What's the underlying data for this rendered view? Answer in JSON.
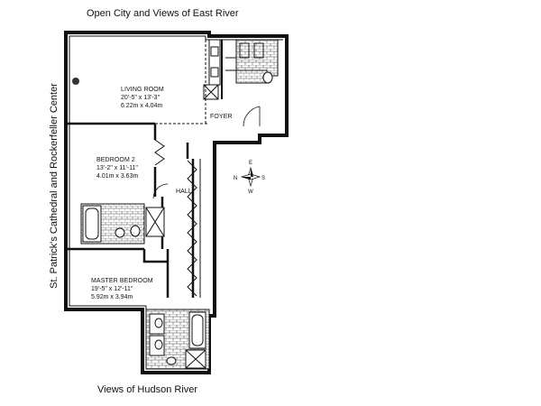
{
  "views": {
    "top": "Open City and Views of East River",
    "bottom": "Views of Hudson River",
    "left": "St. Patrick's Cathedral and Rockerfeller Center"
  },
  "rooms": {
    "living": {
      "name": "LIVING ROOM",
      "dim_imperial": "20'-5\" x 13'-3\"",
      "dim_metric": "6.22m x 4.04m"
    },
    "bedroom2": {
      "name": "BEDROOM 2",
      "dim_imperial": "13'-2\" x 11'-11\"",
      "dim_metric": "4.01m x 3.63m"
    },
    "master": {
      "name": "MASTER BEDROOM",
      "dim_imperial": "19'-5\" x 12'-11\"",
      "dim_metric": "5.92m x 3.94m"
    },
    "foyer": {
      "name": "FOYER"
    },
    "hall": {
      "name": "HALL"
    }
  },
  "compass": {
    "n": "N",
    "e": "E",
    "s": "S",
    "w": "W"
  }
}
